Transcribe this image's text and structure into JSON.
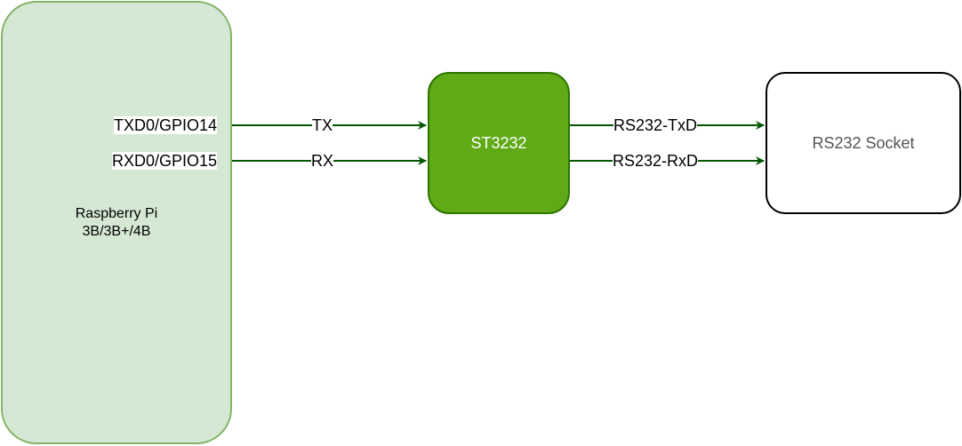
{
  "nodes": {
    "raspberry_pi": {
      "line1": "Raspberry Pi",
      "line2": "3B/3B+/4B"
    },
    "st3232": {
      "label": "ST3232"
    },
    "rs232_socket": {
      "label": "RS232 Socket"
    }
  },
  "pins": {
    "txd": "TXD0/GPIO14",
    "rxd": "RXD0/GPIO15"
  },
  "edges": {
    "tx": "TX",
    "rx": "RX",
    "rs232_txd": "RS232-TxD",
    "rs232_rxd": "RS232-RxD"
  },
  "colors": {
    "wire": "#005700",
    "rpi_fill": "#d5e8d4",
    "rpi_stroke": "#82b366",
    "st_fill": "#60a917",
    "st_stroke": "#2d7600"
  }
}
